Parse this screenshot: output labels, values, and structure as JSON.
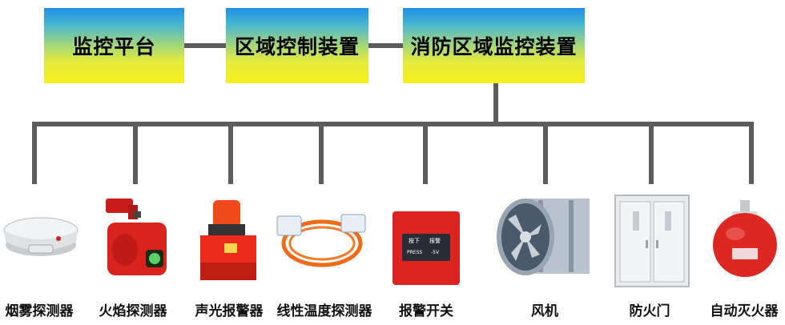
{
  "top_boxes": {
    "monitoring_platform": "监控平台",
    "area_control_device": "区域控制装置",
    "fire_area_monitoring_device": "消防区域监控装置"
  },
  "devices": [
    "烟雾探测器",
    "火焰探测器",
    "声光报警器",
    "线性温度探测器",
    "报警开关",
    "风机",
    "防火门",
    "自动灭火器"
  ],
  "alarm_switch_panel": {
    "line1_left": "按下",
    "line1_right": "报警",
    "line2_left": "PRESS",
    "line2_right": "-5V"
  },
  "colors": {
    "connector": "#5c5c5c",
    "gradient_top": "#1f8fe6",
    "gradient_bottom": "#f5f01e",
    "device_red": "#d8231f"
  }
}
